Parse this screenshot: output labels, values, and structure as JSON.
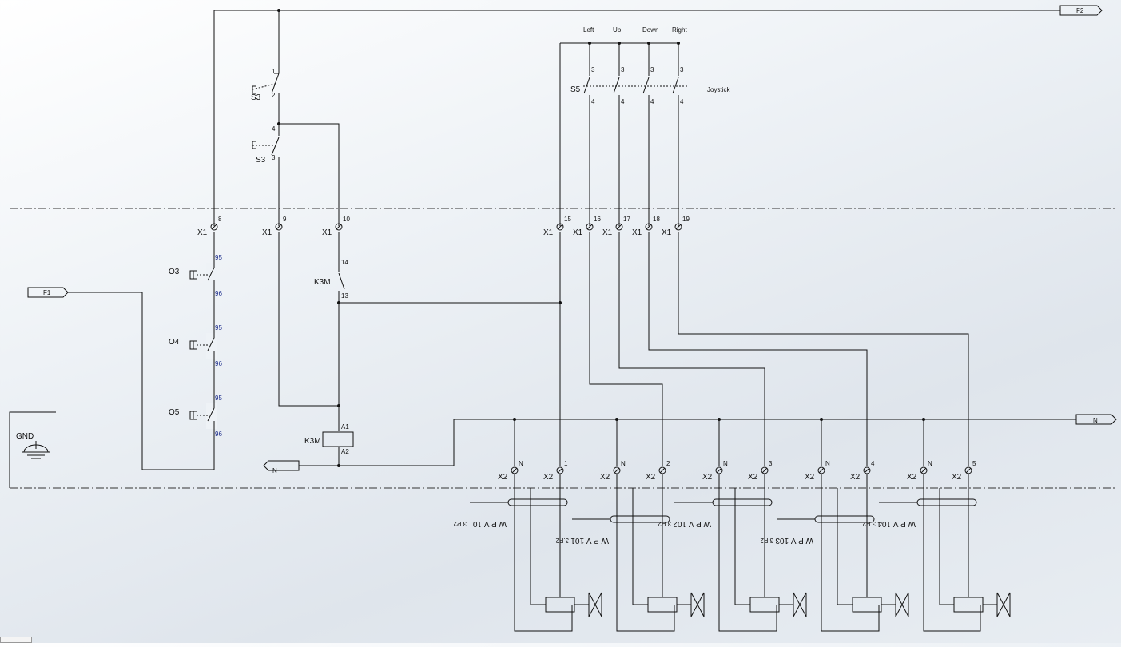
{
  "signals": {
    "f2": "F2",
    "f1": "F1",
    "n_right": "N",
    "n_left": "N"
  },
  "gnd": "GND",
  "s3": "S3",
  "s3_top_terms": [
    "1",
    "2"
  ],
  "s3_bot_terms": [
    "4",
    "3"
  ],
  "s5": "S5",
  "joystick": "Joystick",
  "directions": [
    "Left",
    "Up",
    "Down",
    "Right"
  ],
  "joystick_terms": {
    "top": "3",
    "bottom": "4"
  },
  "x1_label": "X1",
  "x1_terminals": [
    "8",
    "9",
    "10",
    "15",
    "16",
    "17",
    "18",
    "19"
  ],
  "overloads": [
    {
      "name": "O3",
      "t1": "95",
      "t2": "96"
    },
    {
      "name": "O4",
      "t1": "95",
      "t2": "96"
    },
    {
      "name": "O5",
      "t1": "95",
      "t2": "96"
    }
  ],
  "k3m": {
    "name": "K3M",
    "contact_t1": "14",
    "contact_t2": "13",
    "coil_a1": "A1",
    "coil_a2": "A2"
  },
  "x2_label": "X2",
  "x2_n": "N",
  "x2_terminals": [
    "1",
    "2",
    "3",
    "4",
    "5"
  ],
  "valves": [
    {
      "name": "W P V 10",
      "sub": "3.P2"
    },
    {
      "name": "W P V 101",
      "sub": "3.P2"
    },
    {
      "name": "W P V 102",
      "sub": "3.P2"
    },
    {
      "name": "W P V 103",
      "sub": "3.P2"
    },
    {
      "name": "W P V 104",
      "sub": "3.P2"
    }
  ]
}
